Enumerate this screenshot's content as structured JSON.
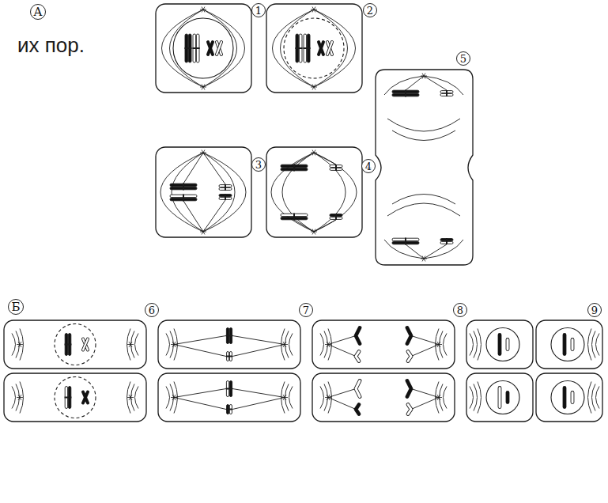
{
  "diagram": {
    "nodes": [
      {
        "text": [
          "А"
        ]
      },
      {
        "text": [
          "1"
        ]
      },
      {
        "text": [
          "2"
        ]
      },
      {
        "text": [
          "5"
        ]
      },
      {
        "text": [
          "3"
        ]
      },
      {
        "text": [
          "4"
        ]
      },
      {
        "text": [
          "Б"
        ]
      },
      {
        "text": [
          "6"
        ]
      },
      {
        "text": [
          "7"
        ]
      },
      {
        "text": [
          "8"
        ]
      },
      {
        "text": [
          "9"
        ]
      }
    ],
    "labels": [
      "их пор."
    ]
  }
}
